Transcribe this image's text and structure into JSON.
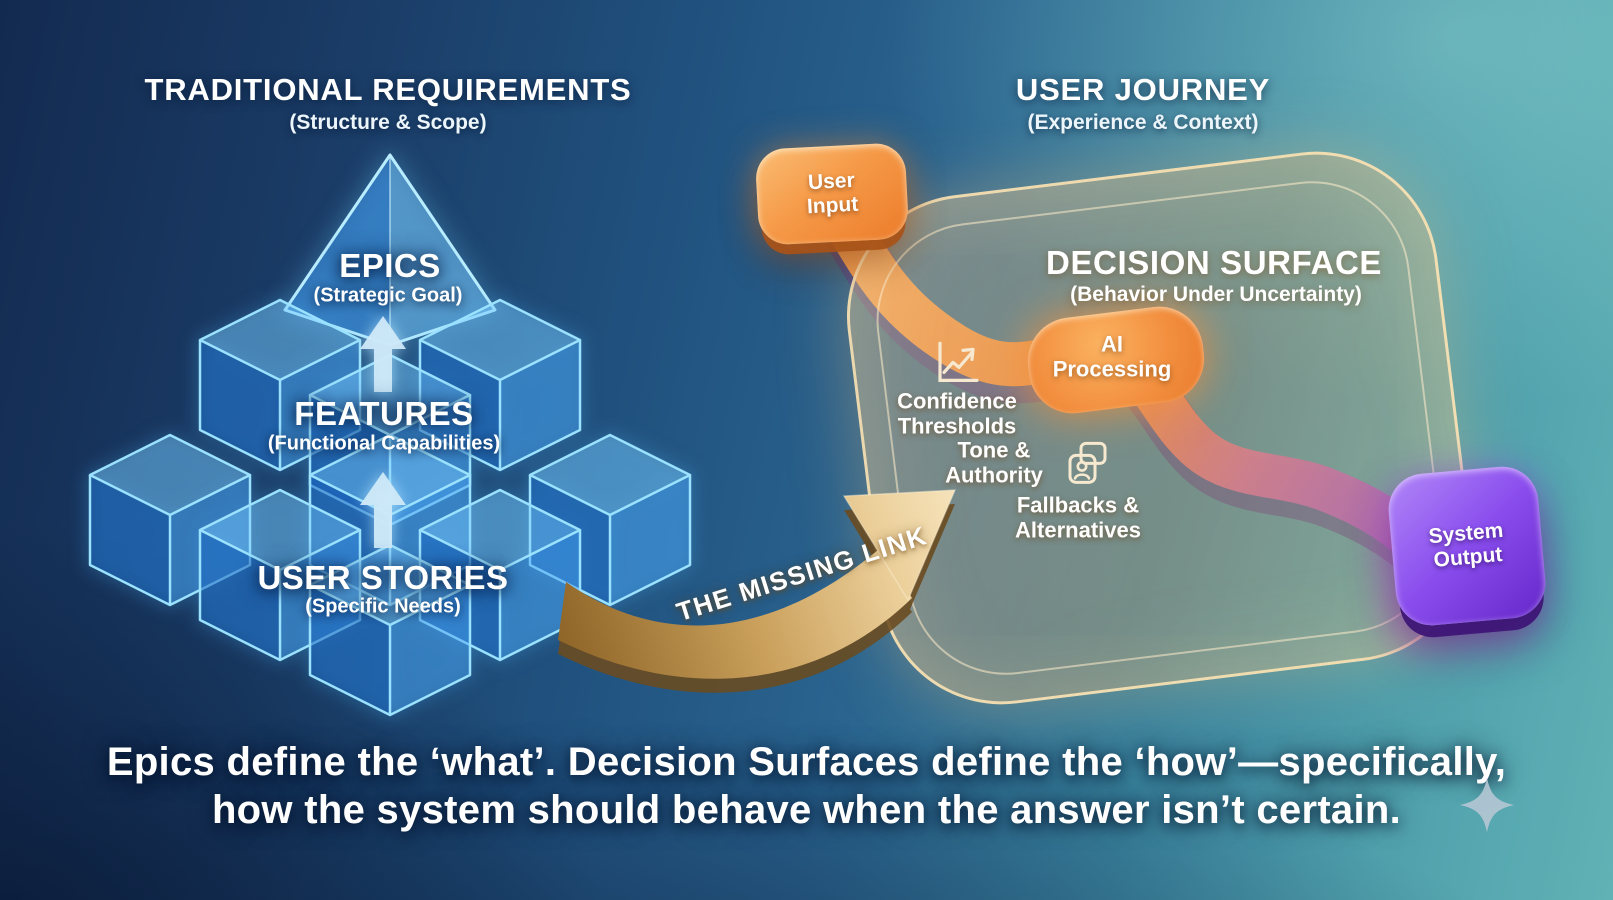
{
  "left_panel": {
    "title": "TRADITIONAL REQUIREMENTS",
    "subtitle": "(Structure & Scope)",
    "levels": [
      {
        "name": "EPICS",
        "detail": "(Strategic Goal)"
      },
      {
        "name": "FEATURES",
        "detail": "(Functional Capabilities)"
      },
      {
        "name": "USER STORIES",
        "detail": "(Specific Needs)"
      }
    ]
  },
  "right_panel": {
    "title": "USER JOURNEY",
    "subtitle": "(Experience & Context)",
    "input_label": "User Input",
    "output_label": "System Output",
    "surface": {
      "title": "DECISION SURFACE",
      "subtitle": "(Behavior Under Uncertainty)",
      "items": [
        {
          "label": "Confidence Thresholds",
          "icon": "trend-chart-icon"
        },
        {
          "label": "AI Processing",
          "icon": "none"
        },
        {
          "label": "Tone & Authority",
          "icon": "persona-frames-icon"
        },
        {
          "label": "Fallbacks & Alternatives",
          "icon": "none"
        }
      ]
    }
  },
  "connector": {
    "label": "THE MISSING LINK"
  },
  "caption": {
    "line1": "Epics define the ‘what’. Decision Surfaces define the ‘how’—specifically,",
    "line2": "how the system should behave when the answer isn’t certain."
  },
  "colors": {
    "background_navy": "#132a50",
    "background_teal": "#60b2b5",
    "cube_cyan": "#9ae2ff",
    "gold": "#e2b06a",
    "orange": "#f08a3c",
    "purple": "#7c3fe0",
    "text": "#ffffff"
  }
}
